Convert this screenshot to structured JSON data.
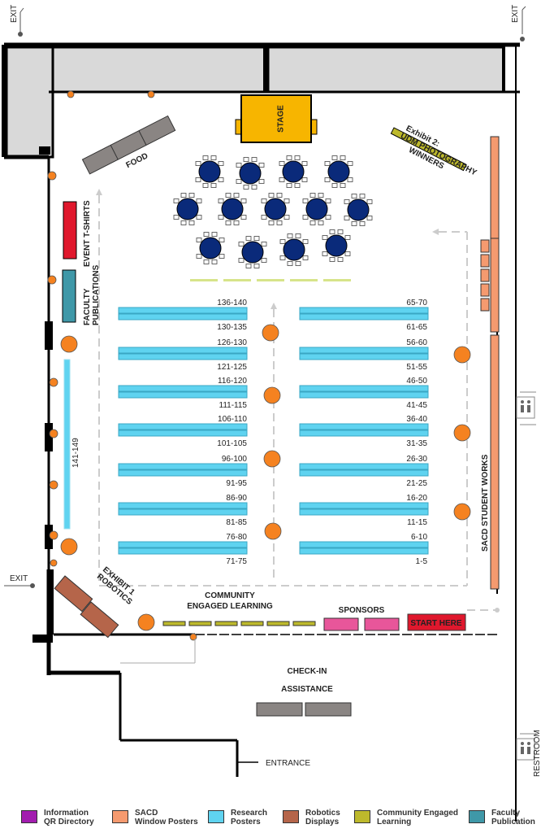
{
  "labels": {
    "exit": "EXIT",
    "stage": "STAGE",
    "food": "FOOD",
    "exhibit2_line1": "Exhibit 2:",
    "exhibit2_line2": "UDM PHOTOGRAPHY",
    "exhibit2_line3": "WINNERS",
    "event_tshirts": "EVENT T-SHIRTS",
    "faculty_pub_line1": "FACULTY",
    "faculty_pub_line2": "PUBLICATIONS",
    "wall_posters": "141-149",
    "sacd_student_works": "SACD STUDENT WORKS",
    "exhibit1_line1": "EXHIBIT 1",
    "exhibit1_line2": "ROBOTICS",
    "community_line1": "COMMUNITY",
    "community_line2": "ENGAGED LEARNING",
    "sponsors": "SPONSORS",
    "start_here": "START HERE",
    "checkin_line1": "CHECK-IN",
    "checkin_line2": "ASSISTANCE",
    "entrance": "ENTRANCE",
    "restroom": "RESTROOM"
  },
  "poster_rows_left": [
    {
      "top": "136-140",
      "bottom": "130-135"
    },
    {
      "top": "126-130",
      "bottom": "121-125"
    },
    {
      "top": "116-120",
      "bottom": "111-115"
    },
    {
      "top": "106-110",
      "bottom": "101-105"
    },
    {
      "top": "96-100",
      "bottom": "91-95"
    },
    {
      "top": "86-90",
      "bottom": "81-85"
    },
    {
      "top": "76-80",
      "bottom": "71-75"
    }
  ],
  "poster_rows_right": [
    {
      "top": "65-70",
      "bottom": "61-65"
    },
    {
      "top": "56-60",
      "bottom": "51-55"
    },
    {
      "top": "46-50",
      "bottom": "41-45"
    },
    {
      "top": "36-40",
      "bottom": "31-35"
    },
    {
      "top": "26-30",
      "bottom": "21-25"
    },
    {
      "top": "16-20",
      "bottom": "11-15"
    },
    {
      "top": "6-10",
      "bottom": "1-5"
    }
  ],
  "legend": [
    {
      "line1": "Information",
      "line2": "QR Directory",
      "color": "#a21caf"
    },
    {
      "line1": "SACD",
      "line2": "Window Posters",
      "color": "#f59a6f"
    },
    {
      "line1": "Research",
      "line2": "Posters",
      "color": "#5fd3f0"
    },
    {
      "line1": "Robotics",
      "line2": "Displays",
      "color": "#b5654a"
    },
    {
      "line1": "Community Engaged",
      "line2": "Learning",
      "color": "#bdb92c"
    },
    {
      "line1": "Faculty",
      "line2": "Publication",
      "color": "#3f98a8"
    }
  ],
  "colors": {
    "stage": "#f7b500",
    "food": "#8a8583",
    "research": "#5fd3f0",
    "sacd": "#f59a6f",
    "robotics": "#b5654a",
    "community": "#bdb92c",
    "tshirts": "#e0182d",
    "faculty": "#3f98a8",
    "sponsors": "#e8569a",
    "start": "#e0182d",
    "orange_dot": "#f58220",
    "table": "#0a2a7a",
    "wall": "#000000",
    "room_gray": "#d9d9d9"
  }
}
